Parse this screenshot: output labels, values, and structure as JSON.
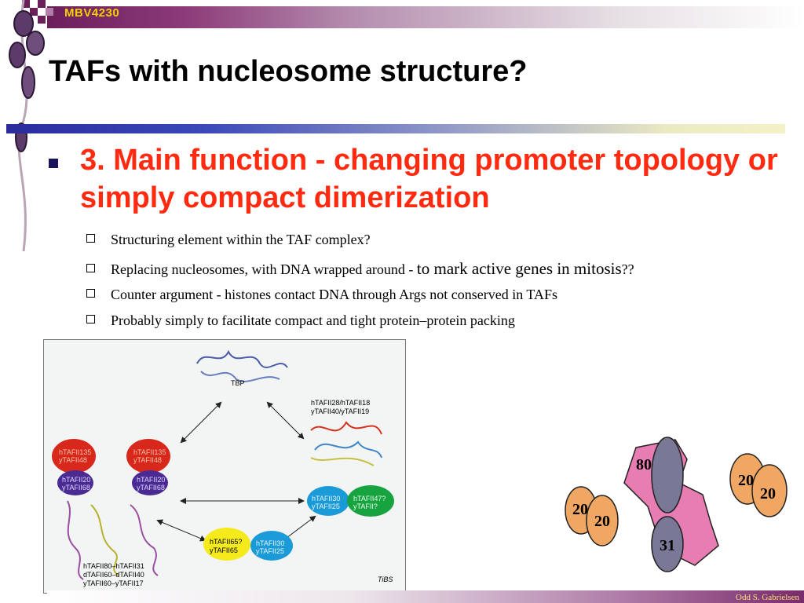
{
  "header": {
    "brand": "MBV4230"
  },
  "slide": {
    "title": "TAFs with nucleosome structure?",
    "main_bullet": "3. Main function - changing promoter topology or simply compact dimerization",
    "sub_bullets": [
      {
        "text": "Structuring element within the TAF complex?"
      },
      {
        "text": "Replacing nucleosomes, with DNA wrapped around - ",
        "emph": "to mark active genes in mitosis",
        "tail": "??"
      },
      {
        "text": "Counter argument - histones contact DNA through Args not conserved in TAFs"
      },
      {
        "text": "Probably simply to facilitate compact and tight protein–protein packing"
      }
    ]
  },
  "figure": {
    "tbp": "TBP",
    "pair_top_right": [
      "hTAFII28/hTAFII18",
      "yTAFII40/yTAFII19"
    ],
    "red1": [
      "hTAFII135",
      "yTAFII48"
    ],
    "purple1": [
      "hTAFII20",
      "yTAFII68"
    ],
    "red2": [
      "hTAFII135",
      "yTAFII48"
    ],
    "purple2": [
      "hTAFII20",
      "yTAFII68"
    ],
    "blue_right": [
      "hTAFII30",
      "yTAFII25"
    ],
    "green_right": [
      "hTAFII47?",
      "yTAFII?"
    ],
    "yellow_bottom": [
      "hTAFII65?",
      "yTAFII65"
    ],
    "blue_bottom": [
      "hTAFII30",
      "yTAFII25"
    ],
    "bottom_left": [
      "hTAFII80–hTAFII31",
      "dTAFII60–dTAFII40",
      "yTAFII60–yTAFII17"
    ],
    "credit": "TiBS"
  },
  "right_figure": {
    "labels": [
      "80",
      "20",
      "20",
      "20",
      "20",
      "31"
    ]
  },
  "footer": {
    "author": "Odd S. Gabrielsen"
  },
  "colors": {
    "title_red": "#ff2a10",
    "brand_yellow": "#f5d000",
    "bar_purple": "#6b1f5a",
    "rule_blue": "#2b2b9c"
  }
}
